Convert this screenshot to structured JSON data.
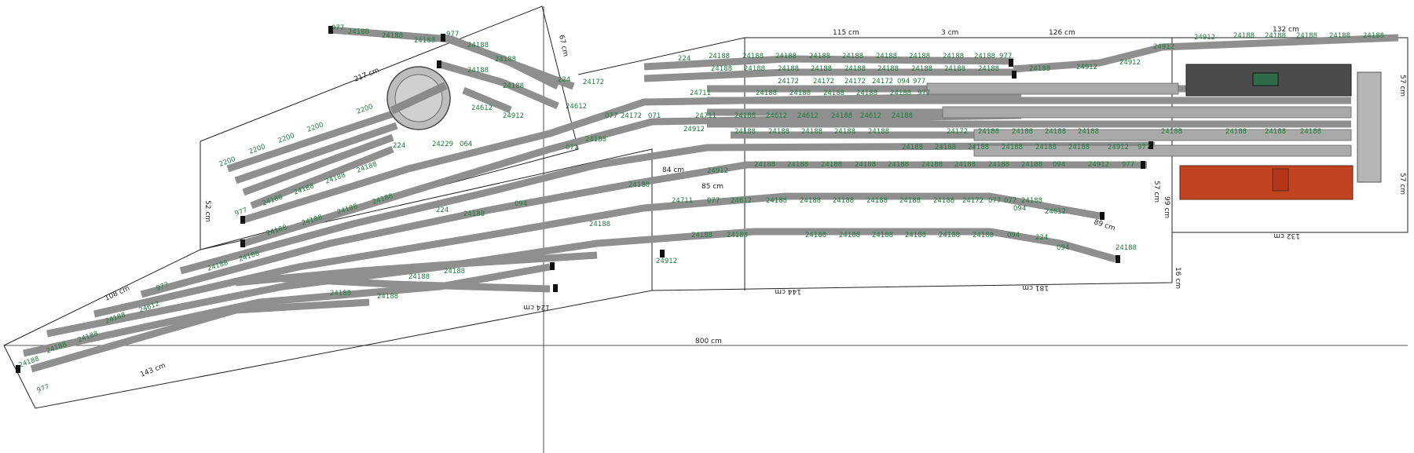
{
  "layout": {
    "dimensions": {
      "total_length": "800 cm",
      "board_top_1": "115 cm",
      "board_top_2": "126 cm",
      "station_top": "132 cm",
      "station_bottom": "132 cm",
      "station_right_upper": "57 cm",
      "station_right_lower": "57 cm",
      "depot_left": "217 cm",
      "depot_top": "67 cm",
      "left_side": "52 cm",
      "lower_left_1": "108 cm",
      "lower_left_2": "143 cm",
      "lower_mid_1": "124 cm",
      "lower_mid_2": "144 cm",
      "lower_mid_3": "181 cm",
      "right_1": "99 cm",
      "right_2": "57 cm",
      "right_3": "16 cm",
      "curve_1": "89 cm",
      "curve_2": "84 cm",
      "curve_3": "85 cm",
      "gap": "3 cm"
    },
    "part_numbers": {
      "p24188": "24188",
      "p977": "977",
      "p24172": "24172",
      "p24912": "24912",
      "p24612": "24612",
      "p24711": "24711",
      "p24229": "24229",
      "p224": "224",
      "p094": "094",
      "p077": "077",
      "p071": "071",
      "p064": "064",
      "p2200": "2200"
    }
  }
}
